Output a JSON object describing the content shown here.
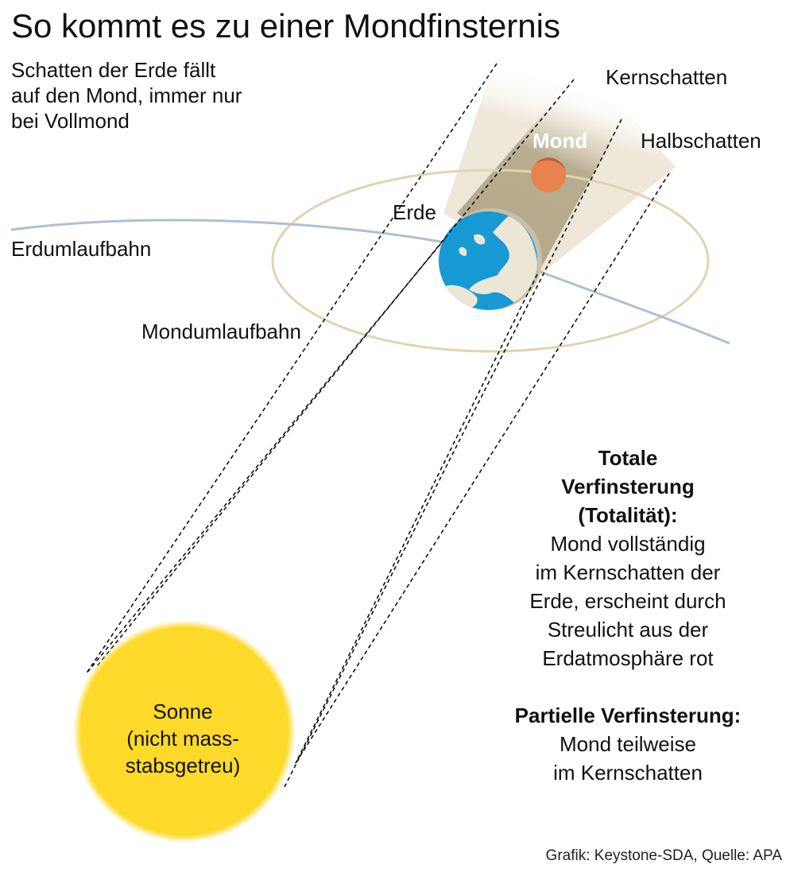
{
  "title": "So kommt es zu einer Mondfinsternis",
  "subtitle": {
    "lines": [
      "Schatten der Erde fällt",
      "auf den Mond, immer nur",
      "bei Vollmond"
    ]
  },
  "labels": {
    "kernschatten": "Kernschatten",
    "halbschatten": "Halbschatten",
    "mond": "Mond",
    "erde": "Erde",
    "erdumlaufbahn": "Erdumlaufbahn",
    "mondumlaufbahn": "Mondumlaufbahn"
  },
  "sun": {
    "lines": [
      "Sonne",
      "(nicht mass-",
      "stabsgetreu)"
    ]
  },
  "info": {
    "totale": {
      "heading_lines": [
        "Totale",
        "Verfinsterung",
        "(Totalität):"
      ],
      "body_lines": [
        "Mond vollständig",
        "im Kernschatten der",
        "Erde, erscheint durch",
        "Streulicht aus der",
        "Erdatmosphäre rot"
      ]
    },
    "partielle": {
      "heading": "Partielle Verfinsterung:",
      "body_lines": [
        "Mond teilweise",
        "im Kernschatten"
      ]
    }
  },
  "credit": "Grafik: Keystone-SDA, Quelle: APA",
  "colors": {
    "sun": "#FDD92A",
    "moon": "#E8824E",
    "moon_shadow": "#B8603A",
    "umbra": "#B6AA8E",
    "penumbra": "#EFE8DA",
    "ocean": "#1799D3",
    "land": "#ECE6D6",
    "earth_orbit": "#AEBFD3",
    "moon_orbit": "#E2D3B0"
  }
}
